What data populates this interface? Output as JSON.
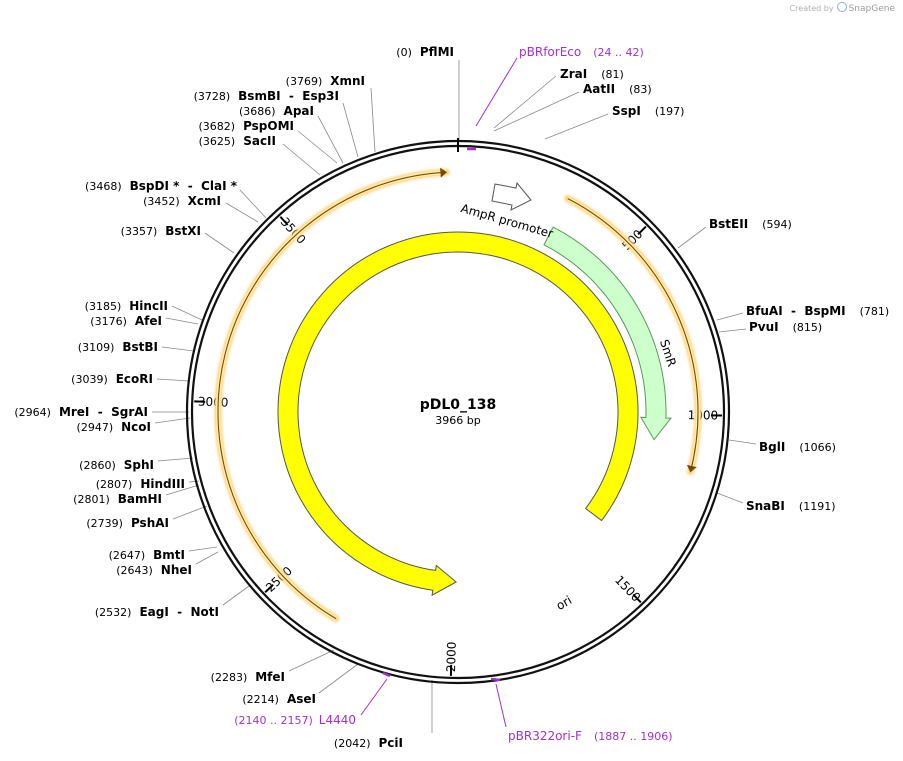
{
  "watermark": {
    "prefix": "Created by",
    "brand": "SnapGene"
  },
  "plasmid": {
    "name": "pDL0_138",
    "size_label": "3966 bp",
    "length": 3966
  },
  "colors": {
    "backbone": "#111111",
    "amp_fill": "#ffeeaa",
    "amp_stroke": "#7a4a00",
    "smr_fill": "#ccffcc",
    "smr_stroke": "#5a9a5a",
    "ori_fill": "#ffff00",
    "ori_stroke": "#555555",
    "promoter_fill": "#ffffff",
    "primer": "#a030d0",
    "line": "#888888"
  },
  "ticks": [
    {
      "bp": 500,
      "label": "500"
    },
    {
      "bp": 1000,
      "label": "1000"
    },
    {
      "bp": 1500,
      "label": "1500"
    },
    {
      "bp": 2000,
      "label": "2000"
    },
    {
      "bp": 2500,
      "label": "2500"
    },
    {
      "bp": 3000,
      "label": "3000"
    },
    {
      "bp": 3500,
      "label": "3500"
    }
  ],
  "features": [
    {
      "name": "AmpR promoter",
      "label": "AmpR promoter",
      "start": 100,
      "end": 230,
      "icon": "promoter-arrow"
    },
    {
      "name": "SmR",
      "label": "SmR",
      "start": 300,
      "end": 1080,
      "icon": "cds-arrow"
    },
    {
      "name": "ori",
      "label": "ori",
      "start": 1400,
      "end": 1990,
      "icon": "ori-arrow"
    },
    {
      "name": "AmpR-CDS",
      "label": "",
      "start": 3935,
      "end": 2320,
      "icon": "cds-arc"
    }
  ],
  "sites": [
    {
      "name": "PflMI",
      "pos": "(0)",
      "side": "left"
    },
    {
      "name": "ZraI",
      "pos": "(81)",
      "side": "right"
    },
    {
      "name": "AatII",
      "pos": "(83)",
      "side": "right"
    },
    {
      "name": "SspI",
      "pos": "(197)",
      "side": "right"
    },
    {
      "name": "BstEII",
      "pos": "(594)",
      "side": "right"
    },
    {
      "name": "BfuAI  -  BspMI",
      "pos": "(781)",
      "side": "right"
    },
    {
      "name": "PvuI",
      "pos": "(815)",
      "side": "right"
    },
    {
      "name": "BglI",
      "pos": "(1066)",
      "side": "right"
    },
    {
      "name": "SnaBI",
      "pos": "(1191)",
      "side": "right"
    },
    {
      "name": "PciI",
      "pos": "(2042)",
      "side": "left"
    },
    {
      "name": "AseI",
      "pos": "(2214)",
      "side": "left"
    },
    {
      "name": "MfeI",
      "pos": "(2283)",
      "side": "left"
    },
    {
      "name": "EagI  -  NotI",
      "pos": "(2532)",
      "side": "left"
    },
    {
      "name": "NheI",
      "pos": "(2643)",
      "side": "left"
    },
    {
      "name": "BmtI",
      "pos": "(2647)",
      "side": "left"
    },
    {
      "name": "PshAI",
      "pos": "(2739)",
      "side": "left"
    },
    {
      "name": "BamHI",
      "pos": "(2801)",
      "side": "left"
    },
    {
      "name": "HindIII",
      "pos": "(2807)",
      "side": "left"
    },
    {
      "name": "SphI",
      "pos": "(2860)",
      "side": "left"
    },
    {
      "name": "NcoI",
      "pos": "(2947)",
      "side": "left"
    },
    {
      "name": "MreI  -  SgrAI",
      "pos": "(2964)",
      "side": "left"
    },
    {
      "name": "EcoRI",
      "pos": "(3039)",
      "side": "left"
    },
    {
      "name": "BstBI",
      "pos": "(3109)",
      "side": "left"
    },
    {
      "name": "AfeI",
      "pos": "(3176)",
      "side": "left"
    },
    {
      "name": "HincII",
      "pos": "(3185)",
      "side": "left"
    },
    {
      "name": "BstXI",
      "pos": "(3357)",
      "side": "left"
    },
    {
      "name": "XcmI",
      "pos": "(3452)",
      "side": "left"
    },
    {
      "name": "BspDI *  -  ClaI *",
      "pos": "(3468)",
      "side": "left"
    },
    {
      "name": "SacII",
      "pos": "(3625)",
      "side": "left"
    },
    {
      "name": "PspOMI",
      "pos": "(3682)",
      "side": "left"
    },
    {
      "name": "ApaI",
      "pos": "(3686)",
      "side": "left"
    },
    {
      "name": "BsmBI  -  Esp3I",
      "pos": "(3728)",
      "side": "left"
    },
    {
      "name": "XmnI",
      "pos": "(3769)",
      "side": "left"
    }
  ],
  "primers": [
    {
      "name": "pBRforEco",
      "range": "(24 .. 42)",
      "start": 24,
      "end": 42
    },
    {
      "name": "pBR322ori-F",
      "range": "(1887 .. 1906)",
      "start": 1887,
      "end": 1906
    },
    {
      "name": "L4440",
      "range": "(2140 .. 2157)",
      "start": 2140,
      "end": 2157
    }
  ]
}
